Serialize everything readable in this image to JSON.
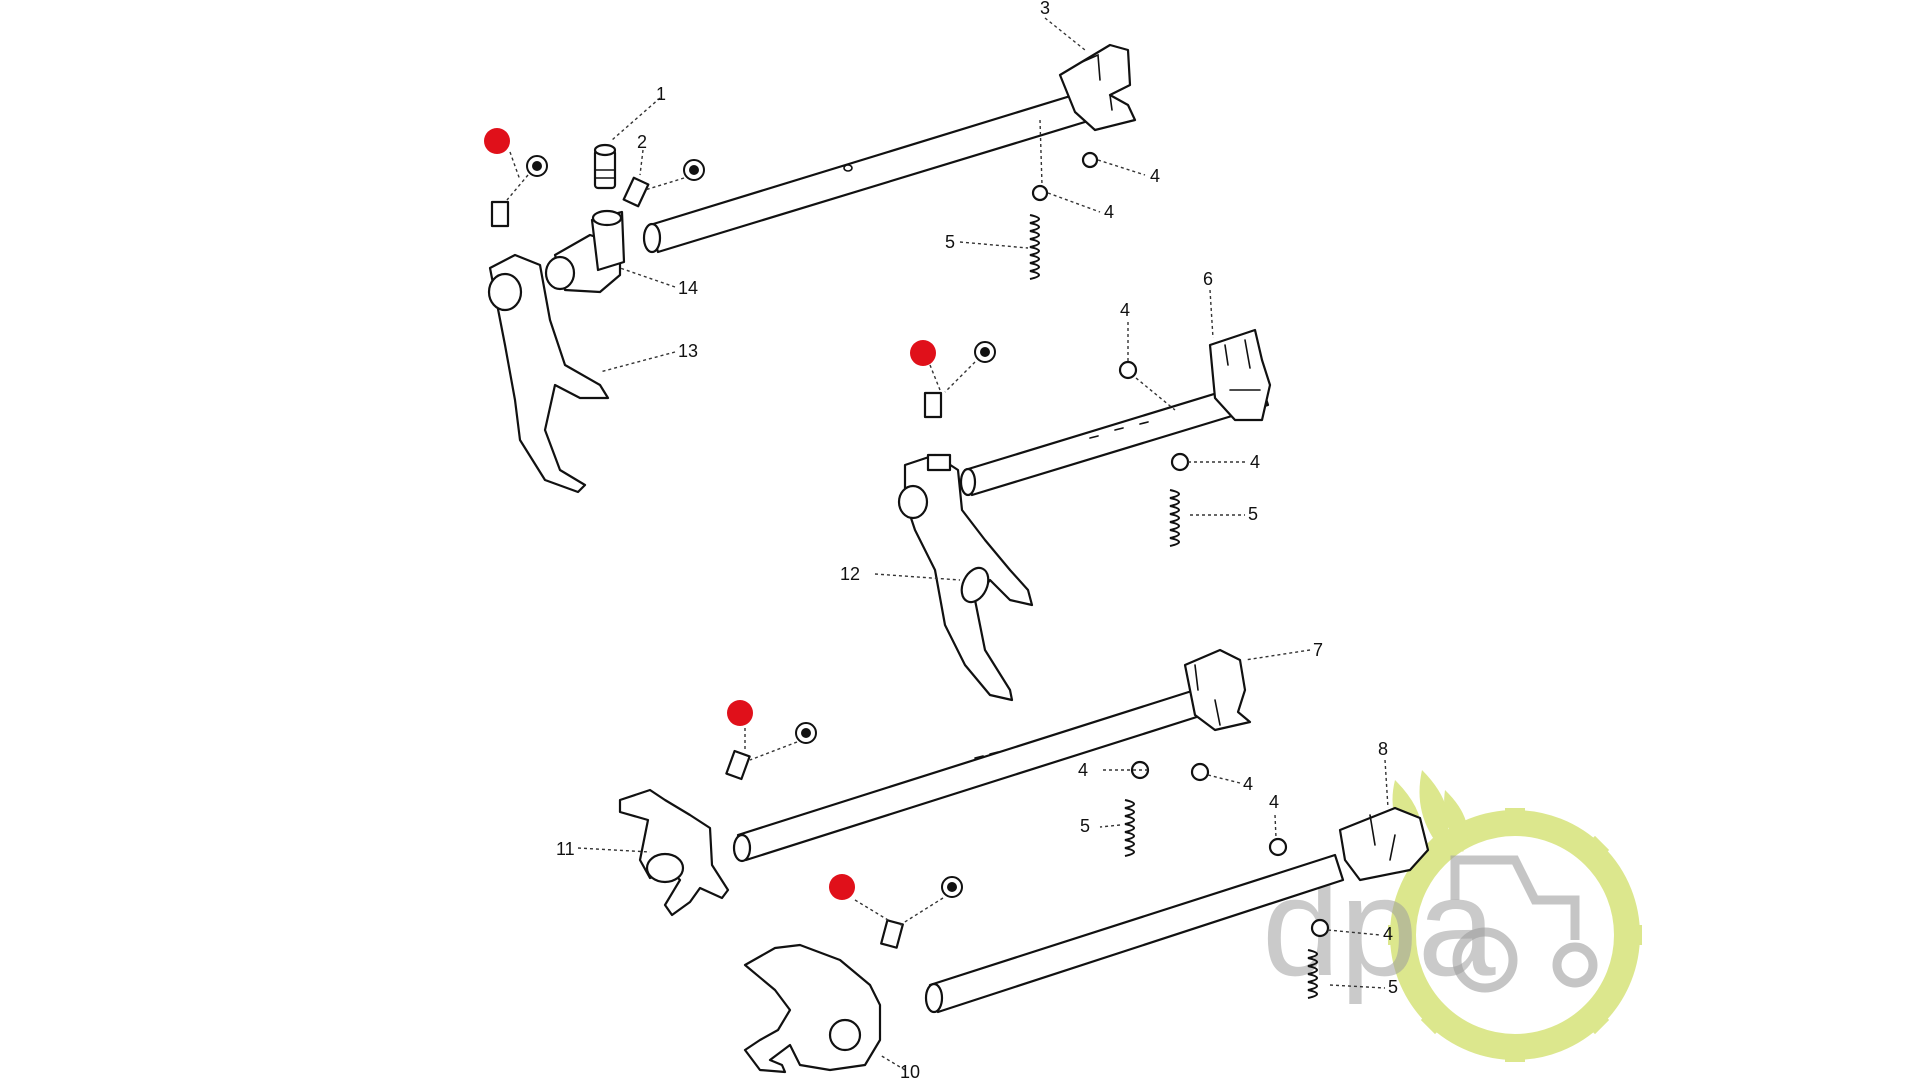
{
  "diagram": {
    "part_labels": {
      "p1": "1",
      "p2": "2",
      "p3": "3",
      "p4a": "4",
      "p4b": "4",
      "p4c": "4",
      "p4d": "4",
      "p4e": "4",
      "p4f": "4",
      "p4g": "4",
      "p4h": "4",
      "p5a": "5",
      "p5b": "5",
      "p5c": "5",
      "p5d": "5",
      "p6": "6",
      "p7": "7",
      "p8": "8",
      "p10": "10",
      "p11": "11",
      "p12": "12",
      "p13": "13",
      "p14": "14"
    },
    "highlight_color": "#e0101a",
    "watermark": {
      "text": "dpa",
      "text_color": "#8c8c8c",
      "gear_color": "#d6e37a",
      "icon": "tractor-gear-logo"
    }
  }
}
